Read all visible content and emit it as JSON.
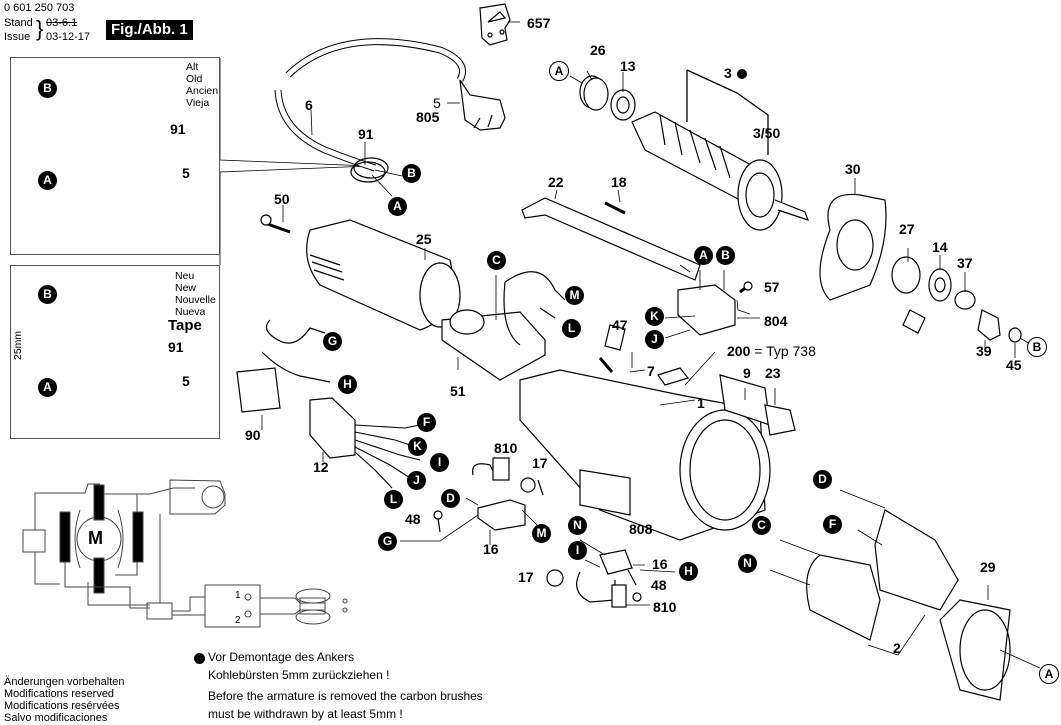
{
  "header": {
    "part_number": "0 601 250 703",
    "stand_label": "Stand",
    "issue_label": "Issue",
    "stand_date_struck": "03-6.1",
    "issue_date": "03-12-17",
    "figure_label": "Fig./Abb. 1"
  },
  "inset_old": {
    "lang_labels": [
      "Alt",
      "Old",
      "Ancien",
      "Vieja"
    ],
    "callouts": {
      "b": "B",
      "a": "A",
      "part_91": "91",
      "part_5": "5"
    }
  },
  "inset_new": {
    "lang_labels": [
      "Neu",
      "New",
      "Nouvelle",
      "Nueva"
    ],
    "callouts": {
      "b": "B",
      "a": "A",
      "tape": "Tape",
      "part_91": "91",
      "part_5": "5",
      "dimension": "25mm"
    }
  },
  "schematic": {
    "motor_label": "M",
    "switch_terminals": [
      "1",
      "2"
    ]
  },
  "parts": {
    "p657": "657",
    "p6": "6",
    "p5": "5",
    "p805": "805",
    "p91": "91",
    "p26": "26",
    "p13": "13",
    "p3": "3",
    "p3_50": "3/50",
    "p30": "30",
    "p27": "27",
    "p14": "14",
    "p37": "37",
    "p39": "39",
    "p45": "45",
    "p22": "22",
    "p18": "18",
    "p50": "50",
    "p25": "25",
    "p51": "51",
    "p57": "57",
    "p804": "804",
    "p47": "47",
    "p7": "7",
    "p200": "200",
    "p200_suffix": "= Typ 738",
    "p9": "9",
    "p23": "23",
    "p1": "1",
    "p90": "90",
    "p12": "12",
    "p810a": "810",
    "p17a": "17",
    "p48a": "48",
    "p16a": "16",
    "p808": "808",
    "p16b": "16",
    "p48b": "48",
    "p17b": "17",
    "p810b": "810",
    "p2": "2",
    "p29": "29"
  },
  "connectors": {
    "cord_b": "B",
    "cord_a": "A",
    "armature_a": "A",
    "gear_b": "B",
    "c_top": "C",
    "m_top": "M",
    "l_top": "L",
    "g_left": "G",
    "h_left": "H",
    "switch_a": "A",
    "switch_b": "B",
    "switch_k": "K",
    "switch_j": "J",
    "plug_f": "F",
    "plug_k": "K",
    "plug_i": "I",
    "plug_j": "J",
    "plug_l": "L",
    "brush_d": "D",
    "brush_g": "G",
    "brush_m": "M",
    "brush2_n": "N",
    "brush2_i": "I",
    "brush2_h": "H",
    "field_d": "D",
    "field_c": "C",
    "field_f": "F",
    "field_n": "N",
    "cone_a": "A"
  },
  "notes": {
    "note_de_1": "Vor Demontage des Ankers",
    "note_de_2": "Kohlebürsten 5mm zurückziehen !",
    "note_en_1": "Before the armature is removed the carbon brushes",
    "note_en_2": "must be withdrawn by at least 5mm !"
  },
  "footer": {
    "line_de": "Änderungen vorbehalten",
    "line_en": "Modifications reserved",
    "line_fr": "Modifications resérvées",
    "line_es": "Salvo modificaciones"
  }
}
